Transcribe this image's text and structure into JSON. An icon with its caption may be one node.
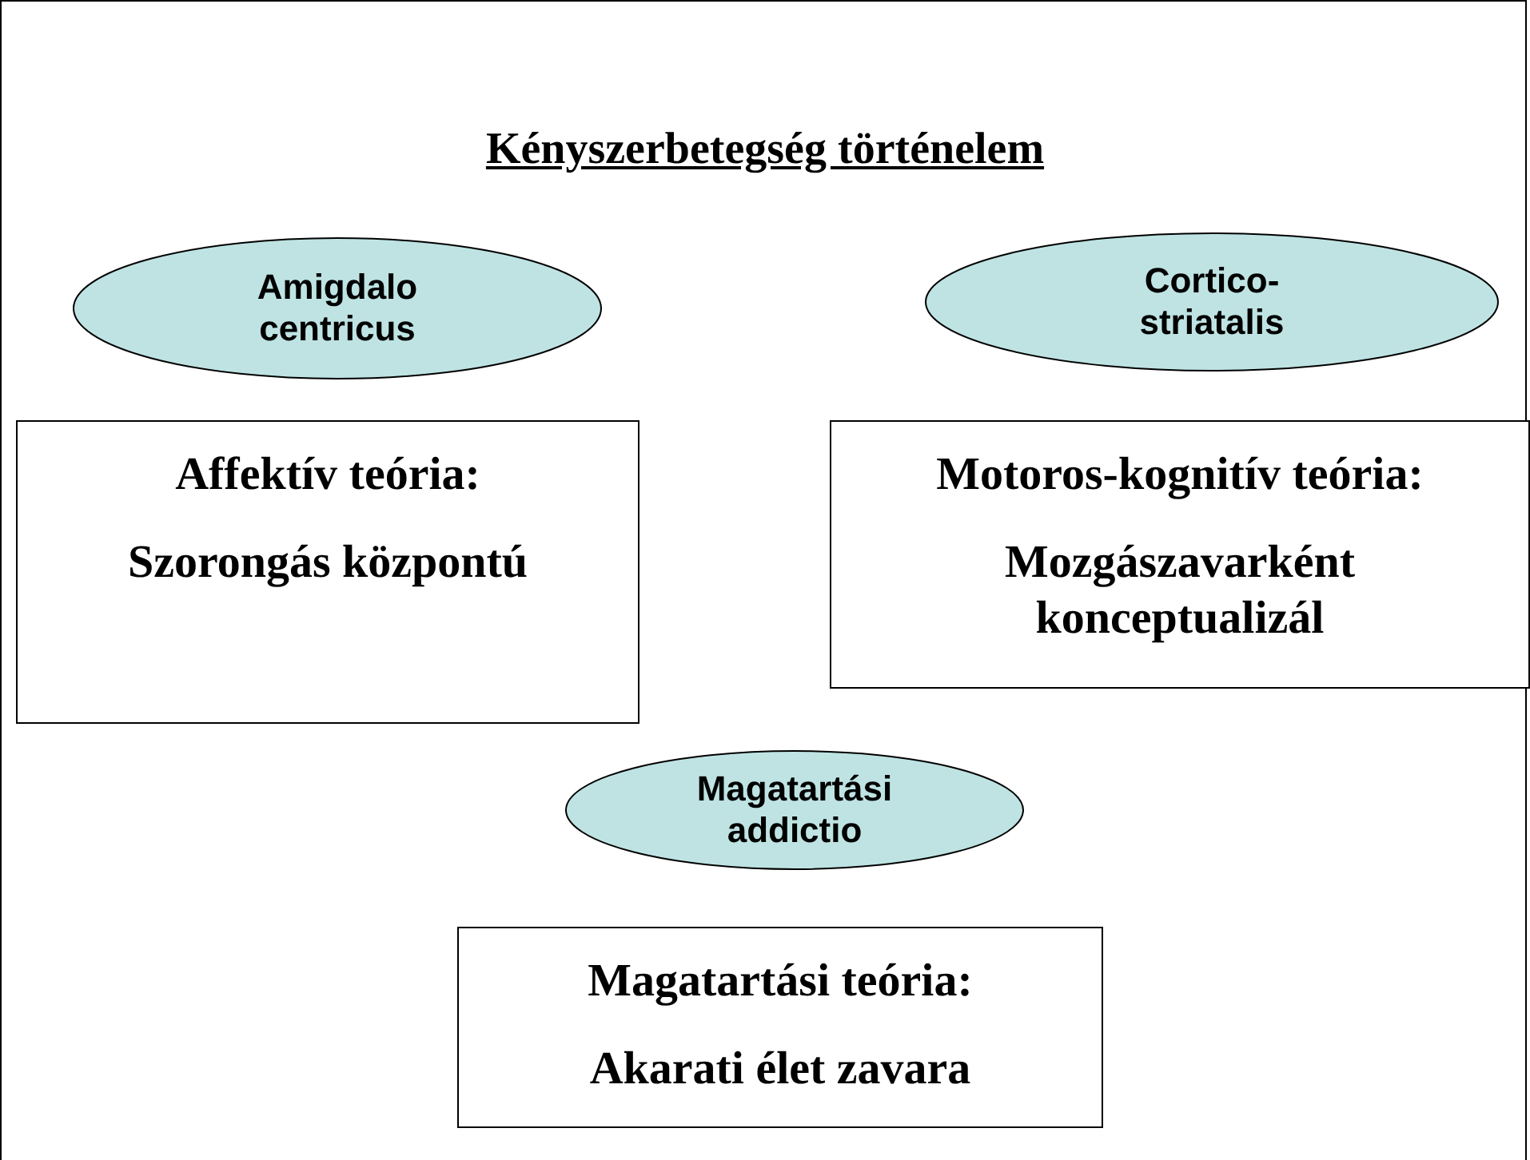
{
  "diagram": {
    "title": "Kényszerbetegség történelem",
    "nodes": [
      {
        "text": [
          "Amigdalo centricus"
        ]
      },
      {
        "text": [
          "Cortico-striatalis"
        ]
      },
      {
        "text": [
          "Affektív teória:",
          "Szorongás központú"
        ]
      },
      {
        "text": [
          "Motoros-kognitív teória:",
          "Mozgászavarként konceptualizál"
        ]
      },
      {
        "text": [
          "Magatartási addictio"
        ]
      },
      {
        "text": [
          "Magatartási teória:",
          "Akarati élet zavara"
        ]
      }
    ]
  }
}
